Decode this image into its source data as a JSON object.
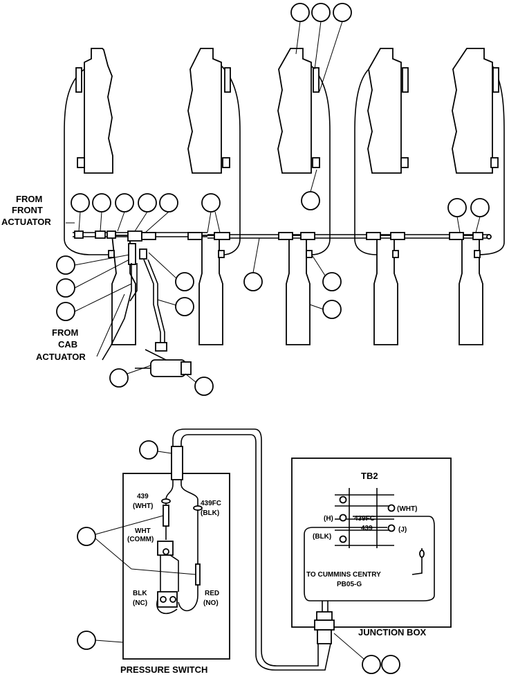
{
  "labels": {
    "from_front": [
      "FROM",
      "FRONT",
      "ACTUATOR"
    ],
    "from_cab": [
      "FROM",
      "CAB",
      "ACTUATOR"
    ],
    "pressure_switch": "PRESSURE SWITCH",
    "junction_box": "JUNCTION BOX",
    "tb2": "TB2",
    "wire_439": "439",
    "wht": "(WHT)",
    "wire_439fc": "439FC",
    "blk": "(BLK)",
    "wht_comm": [
      "WHT",
      "(COMM)"
    ],
    "blk_nc": [
      "BLK",
      "(NC)"
    ],
    "red_no": [
      "RED",
      "(NO)"
    ],
    "h": "(H)",
    "j": "(J)",
    "tb_439fc": "439FC",
    "tb_439": "439",
    "tb_wht": "(WHT)",
    "tb_blk": "(BLK)",
    "to_cummins": "TO CUMMINS CENTRY",
    "pb05": "PB05-G"
  }
}
